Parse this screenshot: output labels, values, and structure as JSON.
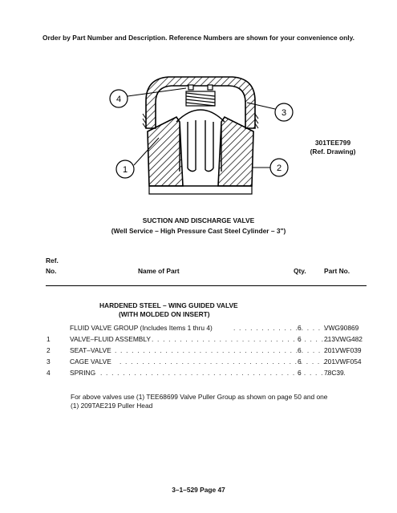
{
  "header": {
    "notice": "Order by Part Number and Description.  Reference Numbers are shown for your convenience only."
  },
  "drawing": {
    "ref_id": "301TEE799",
    "ref_label": "(Ref. Drawing)",
    "callouts": [
      "4",
      "3",
      "1",
      "2"
    ]
  },
  "caption": {
    "title": "SUCTION AND DISCHARGE VALVE",
    "subtitle": "(Well Service – High Pressure Cast Steel Cylinder – 3\")"
  },
  "table": {
    "col_ref_line1": "Ref.",
    "col_ref_line2": "No.",
    "col_name": "Name of Part",
    "col_qty": "Qty.",
    "col_partno": "Part No.",
    "section_title_1": "HARDENED STEEL – WING GUIDED VALVE",
    "section_title_2": "(WITH MOLDED ON INSERT)",
    "rows": [
      {
        "ref": "",
        "name": "FLUID VALVE GROUP (Includes Items 1 thru 4)",
        "qty": "6",
        "part_no": "VWG90869"
      },
      {
        "ref": "1",
        "name": "VALVE–FLUID ASSEMBLY",
        "qty": "6",
        "part_no": "213VWG482"
      },
      {
        "ref": "2",
        "name": "SEAT–VALVE",
        "qty": "6",
        "part_no": "201VWF039"
      },
      {
        "ref": "3",
        "name": "CAGE VALVE",
        "qty": "6",
        "part_no": "201VWF054"
      },
      {
        "ref": "4",
        "name": "SPRING",
        "qty": "6",
        "part_no": "78C39"
      }
    ]
  },
  "note": {
    "line1": "For above valves use (1) TEE68699 Valve Puller Group as shown on page 50 and one",
    "line2": "(1) 209TAE219 Puller Head"
  },
  "footer": {
    "page_label": "3–1–529    Page 47"
  }
}
